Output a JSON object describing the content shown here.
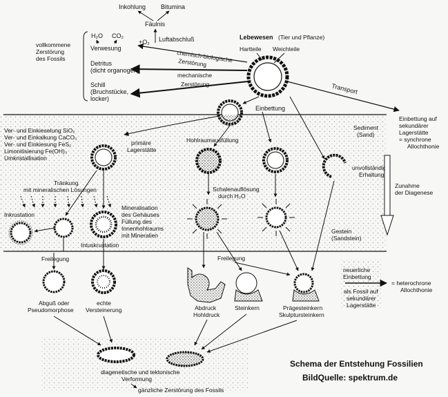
{
  "colors": {
    "ink": "#111111",
    "sediment_dots": "#555555",
    "background": "#f7f7f5"
  },
  "labels": {
    "inkohlung": "Inkohlung",
    "bitumina": "Bitumina",
    "faeulnis": "Fäulnis",
    "luftabschluss": "Luftabschluß",
    "o2": "+O₂",
    "h2o": "H₂O",
    "co2": "CO₂",
    "verwesung": "Verwesung",
    "vollkommene1": "vollkommene",
    "vollkommene2": "Zerstörung",
    "vollkommene3": "des Fossils",
    "detritus1": "Detritus",
    "detritus2": "(dicht organogen)",
    "schill1": "Schill",
    "schill2": "(Bruchstücke,",
    "schill3": "locker)",
    "lebewesen": "Lebewesen",
    "lebewesen_sub": "(Tier und Pflanze)",
    "hartteile": "Hartteile",
    "weichteile": "Weichteile",
    "chem1": "chemisch-biologische",
    "chem2": "Zerstörung",
    "mech1": "mechanische",
    "mech2": "Zerstörung",
    "transport": "Transport",
    "einbettung": "Einbettung",
    "einbettung_auf1": "Einbettung auf",
    "einbettung_auf2": "sekundärer",
    "einbettung_auf3": "Lagerstätte",
    "einbettung_auf4": "= synchrone",
    "einbettung_auf5": "Allochthonie",
    "sediment1": "Sediment",
    "sediment2": "(Sand)",
    "silif1": "Ver- und Einkieselung SiO₂",
    "silif2": "Ver- und Einkalkung CaCO₃",
    "silif3": "Ver- und Einkiesung FeS₂",
    "silif4": "Limonitisierung Fe(OH)₃",
    "silif5": "Umkristallisation",
    "primaere1": "primäre",
    "primaere2": "Lagerstätte",
    "hohlraum": "Hohlraumausfüllung",
    "unvoll1": "unvollständige",
    "unvoll2": "Erhaltung",
    "zunahme1": "Zunahme",
    "zunahme2": "der Diagenese",
    "traenkung1": "Tränkung",
    "traenkung2": "mit mineralischen Lösungen",
    "schalen1": "Schalenauflösung",
    "schalen2": "durch H₂O",
    "inkrustation": "Inkrustation",
    "mineral1": "Mineralisation",
    "mineral2": "des Gehäuses",
    "mineral3": "Füllung des",
    "mineral4": "Innenhohlraums",
    "mineral5": "mit Mineralien",
    "intuskrustation": "Intuskrustation",
    "gestein1": "Gestein",
    "gestein2": "(Sandstein)",
    "freilegung_left": "Freilegung",
    "freilegung_mid": "Freilegung",
    "neuerliche1": "neuerliche",
    "neuerliche2": "Einbettung",
    "heterochrone1": "= heterochrone",
    "heterochrone2": "Allochthonie",
    "alsfossil1": "als Fossil auf",
    "alsfossil2": "sekundärer",
    "alsfossil3": "Lagerstätte",
    "abguss1": "Abguß oder",
    "abguss2": "Pseudomorphose",
    "echte1": "echte",
    "echte2": "Versteinerung",
    "abdruck1": "Abdruck",
    "abdruck2": "Hohldruck",
    "steinkern": "Steinkern",
    "praege1": "Prägesteinkern",
    "praege2": "Skulptursteinkern",
    "diagenetisch1": "diagenetische und tektonische",
    "diagenetisch2": "Verformung",
    "gaenzliche": "gänzliche Zerstörung des Fossils",
    "caption_title": "Schema der Entstehung Fossilien",
    "caption_source": "BildQuelle: spektrum.de"
  }
}
